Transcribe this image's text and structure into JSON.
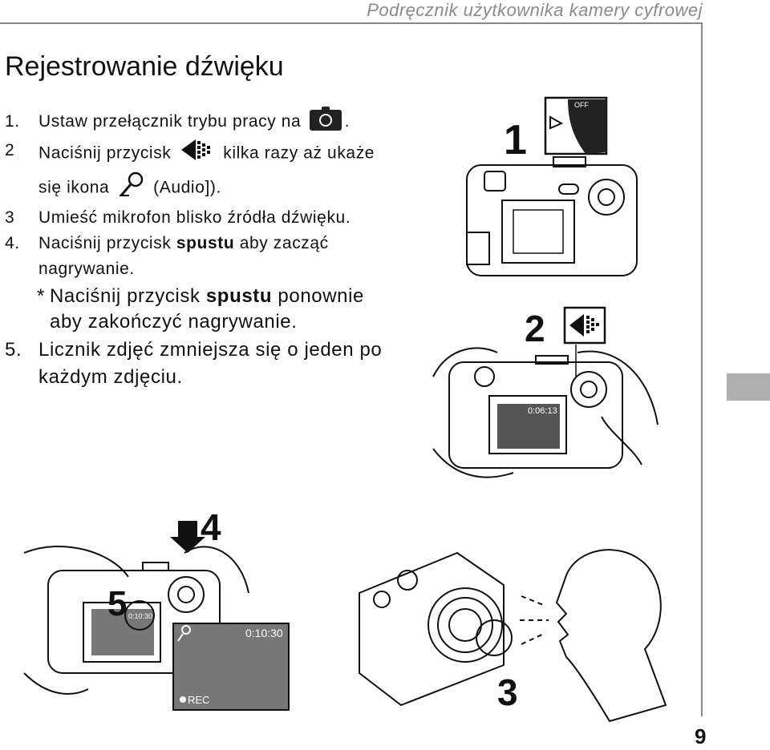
{
  "header": {
    "title": "Podręcznik użytkownika kamery cyfrowej"
  },
  "page": {
    "number": "9"
  },
  "section": {
    "title": "Rejestrowanie dźwięku"
  },
  "steps": [
    {
      "num": "1.",
      "text_before": "Ustaw przełącznik trybu pracy na",
      "text_after": "."
    },
    {
      "num": "2",
      "text_before": "Naciśnij przycisk",
      "text_after": "kilka razy aż ukaże",
      "line2_before": "się ikona",
      "line2_after": "(Audio])."
    },
    {
      "num": "3",
      "text": "Umieść mikrofon blisko źródła dźwięku."
    },
    {
      "num": "4.",
      "text_before": "Naciśnij przycisk",
      "bold": "spustu",
      "text_after": "aby zacząć",
      "line2": "nagrywanie."
    },
    {
      "star": "*",
      "text_before": "Naciśnij przycisk",
      "bold": "spustu",
      "text_after": "ponownie",
      "line2": "aby zakończyć nagrywanie."
    },
    {
      "num": "5.",
      "text": "Licznik zdjęć zmniejsza się o jeden po",
      "line2": "każdym zdjęciu."
    }
  ],
  "illustrations": {
    "step1_label": "1",
    "step2_label": "2",
    "step3_label": "3",
    "step4_label": "4",
    "step5_label": "5",
    "dial_off": "OFF",
    "lcd_time_2": "0:06:13",
    "lcd_time_5": "0:10:30",
    "lcd_time_zoom": "0:10:30",
    "rec_label": "REC"
  },
  "icons": [
    "camera-mode-icon",
    "menu-arrow-icon",
    "microphone-icon"
  ]
}
